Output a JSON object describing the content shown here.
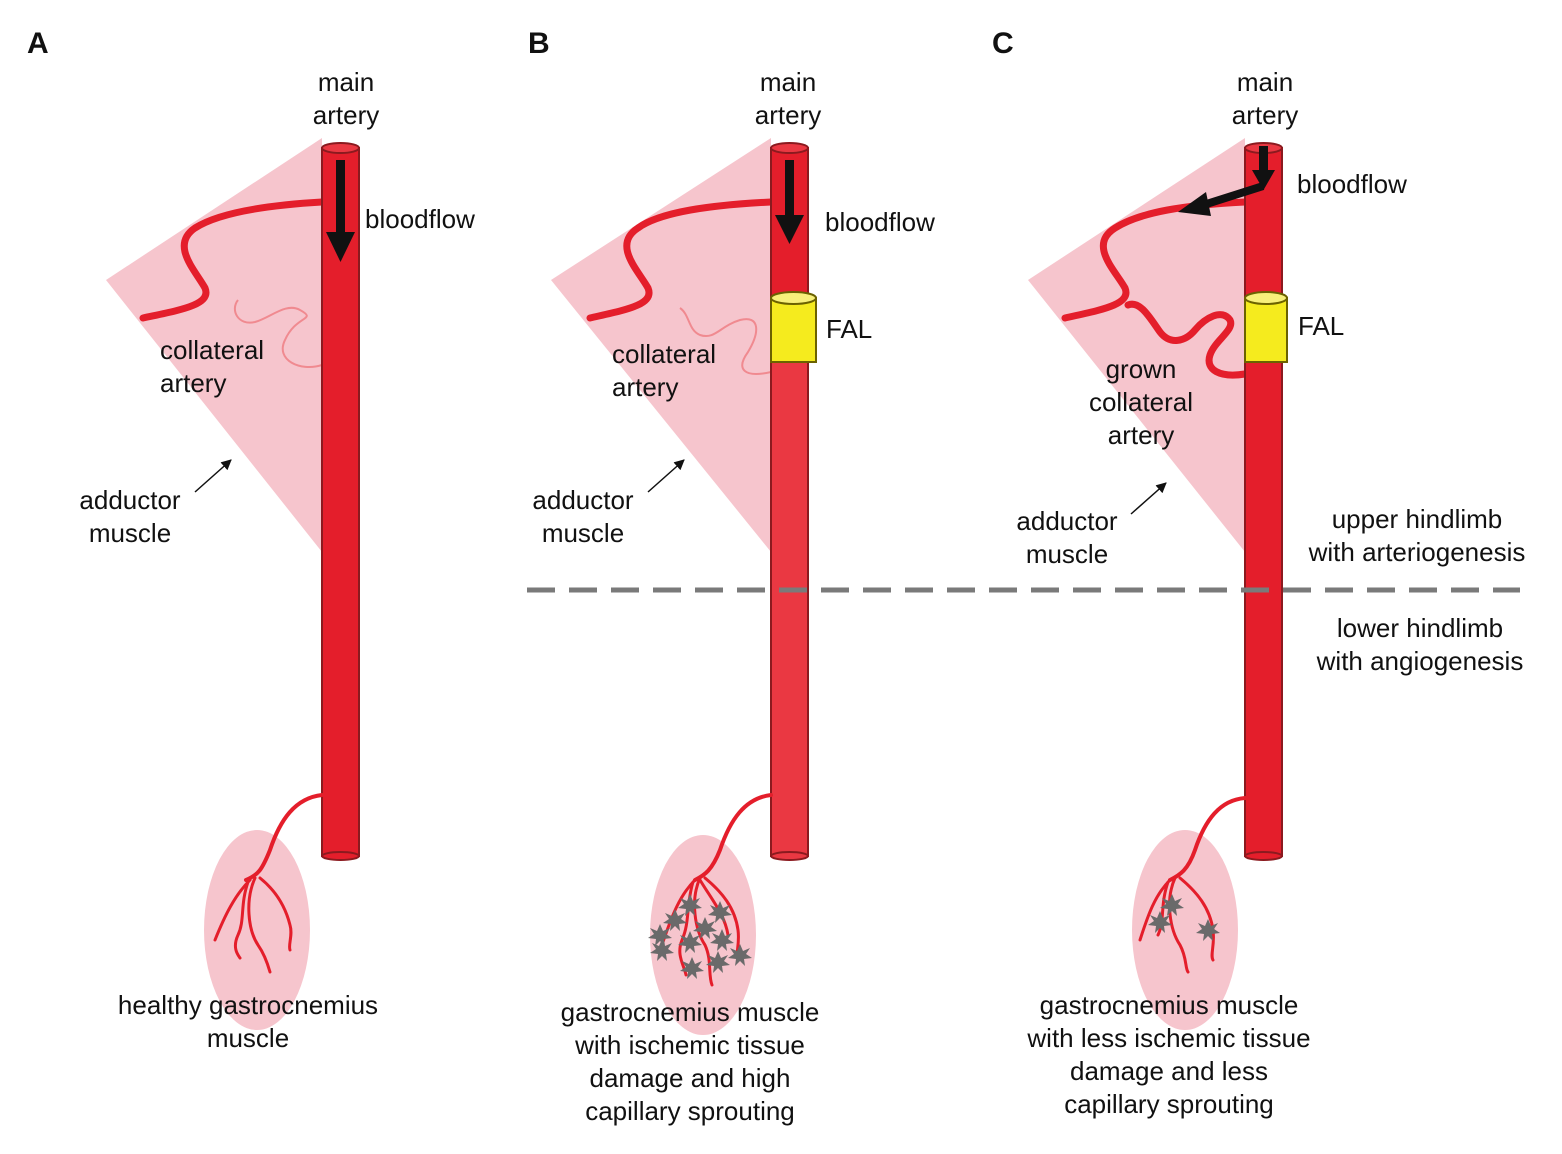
{
  "colors": {
    "artery": "#e41e2b",
    "artery_dark": "#8b1a1f",
    "artery_light": "#ea3842",
    "collateral_thin": "#f08a90",
    "muscle_fill": "#f6c5cd",
    "ligature": "#f5eb1e",
    "damage": "#6a6a6a",
    "divider": "#7a7a7a"
  },
  "panels": {
    "a": {
      "letter": "A",
      "main_artery": [
        "main",
        "artery"
      ],
      "bloodflow": "bloodflow",
      "collateral": [
        "collateral",
        "artery"
      ],
      "adductor": [
        "adductor",
        "muscle"
      ],
      "gastrocnemius": [
        "healthy gastrocnemius",
        "muscle"
      ]
    },
    "b": {
      "letter": "B",
      "main_artery": [
        "main",
        "artery"
      ],
      "bloodflow": "bloodflow",
      "fal": "FAL",
      "collateral": [
        "collateral",
        "artery"
      ],
      "adductor": [
        "adductor",
        "muscle"
      ],
      "gastrocnemius": [
        "gastrocnemius muscle",
        "with ischemic tissue",
        "damage and high",
        "capillary sprouting"
      ]
    },
    "c": {
      "letter": "C",
      "main_artery": [
        "main",
        "artery"
      ],
      "bloodflow": "bloodflow",
      "fal": "FAL",
      "collateral": [
        "grown",
        "collateral",
        "artery"
      ],
      "adductor": [
        "adductor",
        "muscle"
      ],
      "gastrocnemius": [
        "gastrocnemius muscle",
        "with less ischemic tissue",
        "damage and less",
        "capillary sprouting"
      ]
    }
  },
  "regions": {
    "upper": [
      "upper hindlimb",
      "with arteriogenesis"
    ],
    "lower": [
      "lower hindlimb",
      "with angiogenesis"
    ]
  }
}
